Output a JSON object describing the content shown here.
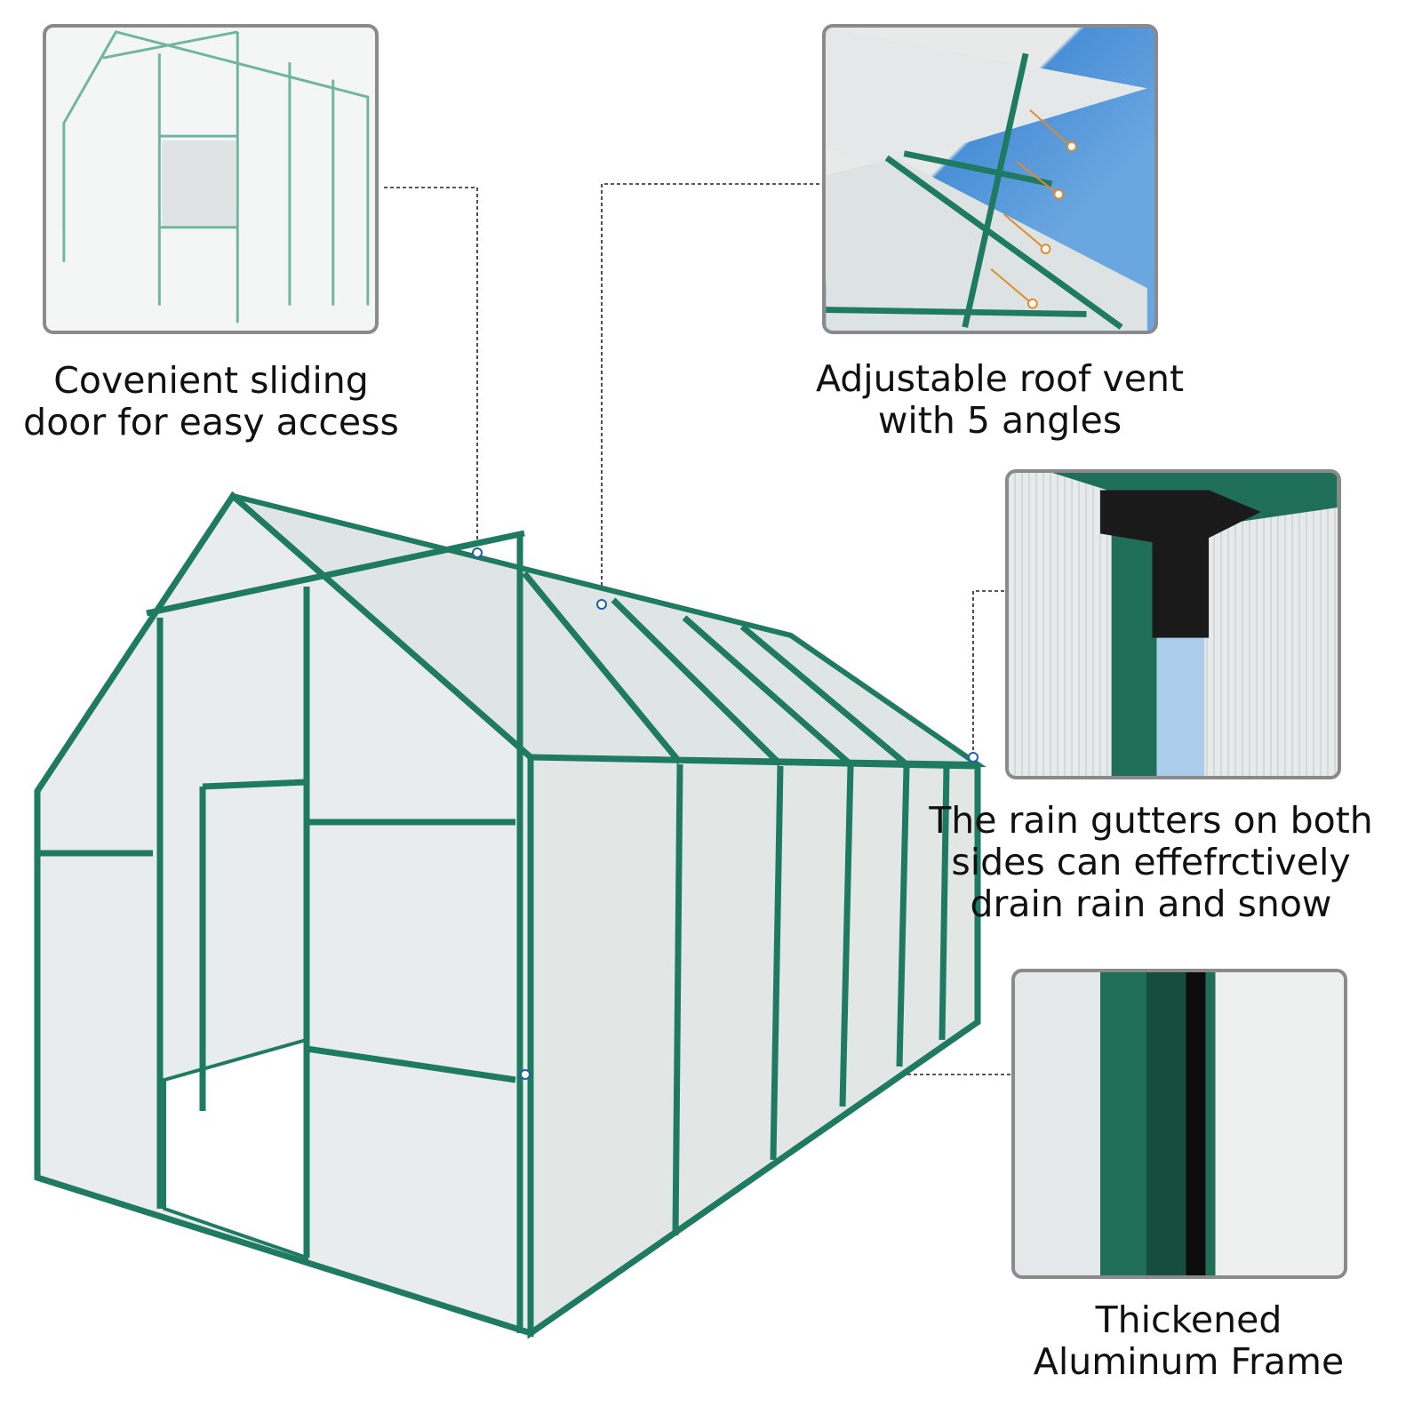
{
  "features": [
    {
      "caption_lines": [
        "Covenient sliding",
        "door for easy access"
      ]
    },
    {
      "caption_lines": [
        "Adjustable roof vent",
        "with 5 angles"
      ]
    },
    {
      "caption_lines": [
        "The rain gutters on both",
        "sides can effefrctively",
        "drain rain and snow"
      ]
    },
    {
      "caption_lines": [
        "Thickened",
        "Aluminum Frame"
      ]
    }
  ],
  "colors": {
    "frame_green": "#1f7a62",
    "panel": "#e4e9e8",
    "border": "#8a8a8a",
    "leader_dot": "#1e5fa8",
    "sky": "#4a8fd6"
  }
}
